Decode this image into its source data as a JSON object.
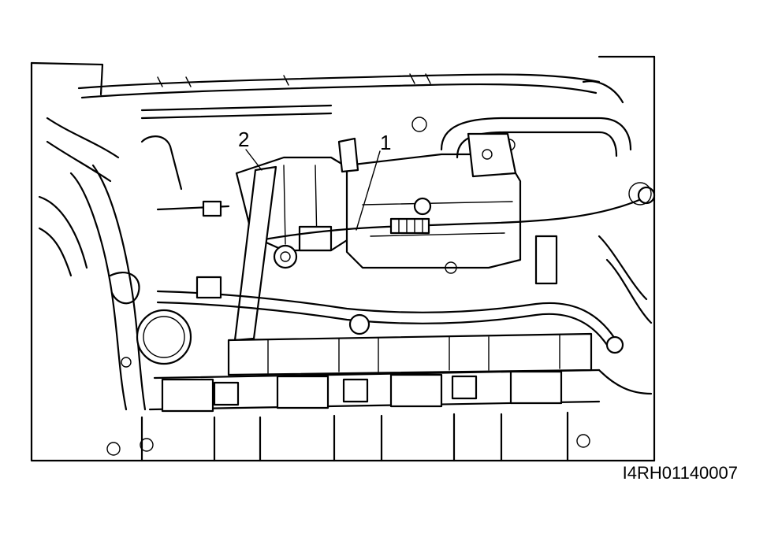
{
  "diagram": {
    "callouts": [
      {
        "id": "1",
        "label": "1"
      },
      {
        "id": "2",
        "label": "2"
      }
    ],
    "figure_code": "I4RH01140007",
    "colors": {
      "line": "#000000",
      "background": "#ffffff"
    }
  }
}
